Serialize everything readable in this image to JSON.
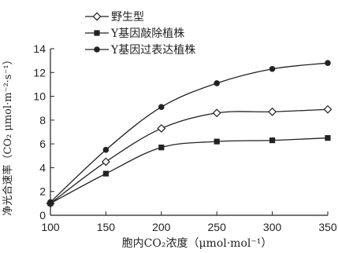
{
  "chart_data": {
    "type": "line",
    "title": "",
    "xlabel": "胞内CO₂浓度（μmol·mol⁻¹）",
    "ylabel": "净光合速率（CO₂ μmol·m⁻²·s⁻¹）",
    "xlim": [
      100,
      350
    ],
    "ylim": [
      0,
      14
    ],
    "x_ticks": [
      "100",
      "150",
      "200",
      "250",
      "300",
      "350"
    ],
    "y_ticks": [
      "0",
      "2",
      "4",
      "6",
      "8",
      "10",
      "12",
      "14"
    ],
    "grid": false,
    "legend_position": "top-left",
    "x": [
      100,
      150,
      200,
      250,
      300,
      350
    ],
    "series": [
      {
        "name": "野生型",
        "marker": "open-diamond",
        "values": [
          1.0,
          4.5,
          7.3,
          8.6,
          8.7,
          8.9
        ]
      },
      {
        "name": "Y基因敲除植株",
        "marker": "filled-square",
        "values": [
          1.0,
          3.5,
          5.7,
          6.2,
          6.3,
          6.5
        ]
      },
      {
        "name": "Y基因过表达植株",
        "marker": "filled-circle",
        "values": [
          1.1,
          5.5,
          9.1,
          11.1,
          12.3,
          12.8
        ]
      }
    ]
  }
}
